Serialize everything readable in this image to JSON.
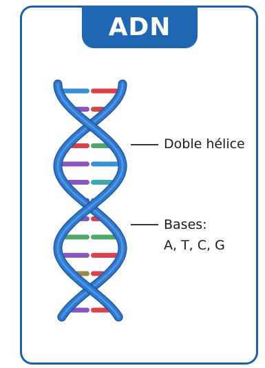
{
  "title": "ADN",
  "labels": {
    "helix": "Doble hélice",
    "bases_title": "Bases:",
    "bases_list": "A, T, C, G"
  },
  "colors": {
    "frame": "#1b5fa8",
    "title_bg": "#1f66b3",
    "strand": "#2f78d0",
    "strand_light": "#6aa8ea",
    "strand_dark": "#1d569e",
    "base_red": "#d9434a",
    "base_blue": "#3b8fd8",
    "base_purple": "#8a55c0",
    "base_green": "#4fa86a",
    "base_teal": "#3fa7b0",
    "base_olive": "#9a8a4a"
  },
  "base_pairs": [
    {
      "left": "base_blue",
      "right": "base_red"
    },
    {
      "left": "base_purple",
      "right": "base_red"
    },
    {
      "left": "base_purple",
      "right": "base_red"
    },
    {
      "left": "base_red",
      "right": "base_green"
    },
    {
      "left": "base_purple",
      "right": "base_blue"
    },
    {
      "left": "base_purple",
      "right": "base_teal"
    },
    {
      "left": "base_purple",
      "right": "base_blue"
    },
    {
      "left": "base_purple",
      "right": "base_red"
    },
    {
      "left": "base_green",
      "right": "base_green"
    },
    {
      "left": "base_purple",
      "right": "base_red"
    },
    {
      "left": "base_olive",
      "right": "base_red"
    },
    {
      "left": "base_blue",
      "right": "base_purple"
    },
    {
      "left": "base_purple",
      "right": "base_red"
    }
  ]
}
